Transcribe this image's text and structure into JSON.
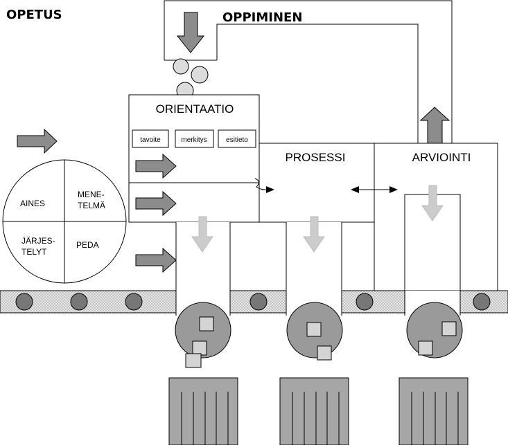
{
  "titles": {
    "opetus": "OPETUS",
    "oppiminen": "OPPIMINEN"
  },
  "stages": {
    "orientaatio": "ORIENTAATIO",
    "prosessi": "PROSESSI",
    "arviointi": "ARVIOINTI"
  },
  "orientation_items": [
    "tavoite",
    "merkitys",
    "esitieto"
  ],
  "circle_quadrants": {
    "top_left": "AINES",
    "top_right_line1": "MENE-",
    "top_right_line2": "TELMÄ",
    "bottom_left_line1": "JÄRJES-",
    "bottom_left_line2": "TELYT",
    "bottom_right": "PEDA"
  },
  "colors": {
    "arrow_dark": "#8c8c8c",
    "arrow_light": "#cccccc",
    "hopper_fill": "#999999",
    "roller_fill": "#777777",
    "belt_fill": "#d9d9d9",
    "crate_fill": "#a6a6a6",
    "line": "#000000"
  },
  "icons": {
    "in_arrow": "right-arrow-icon",
    "down_arrow": "down-arrow-icon",
    "up_arrow": "up-arrow-icon",
    "double_arrow": "double-arrow-icon"
  }
}
